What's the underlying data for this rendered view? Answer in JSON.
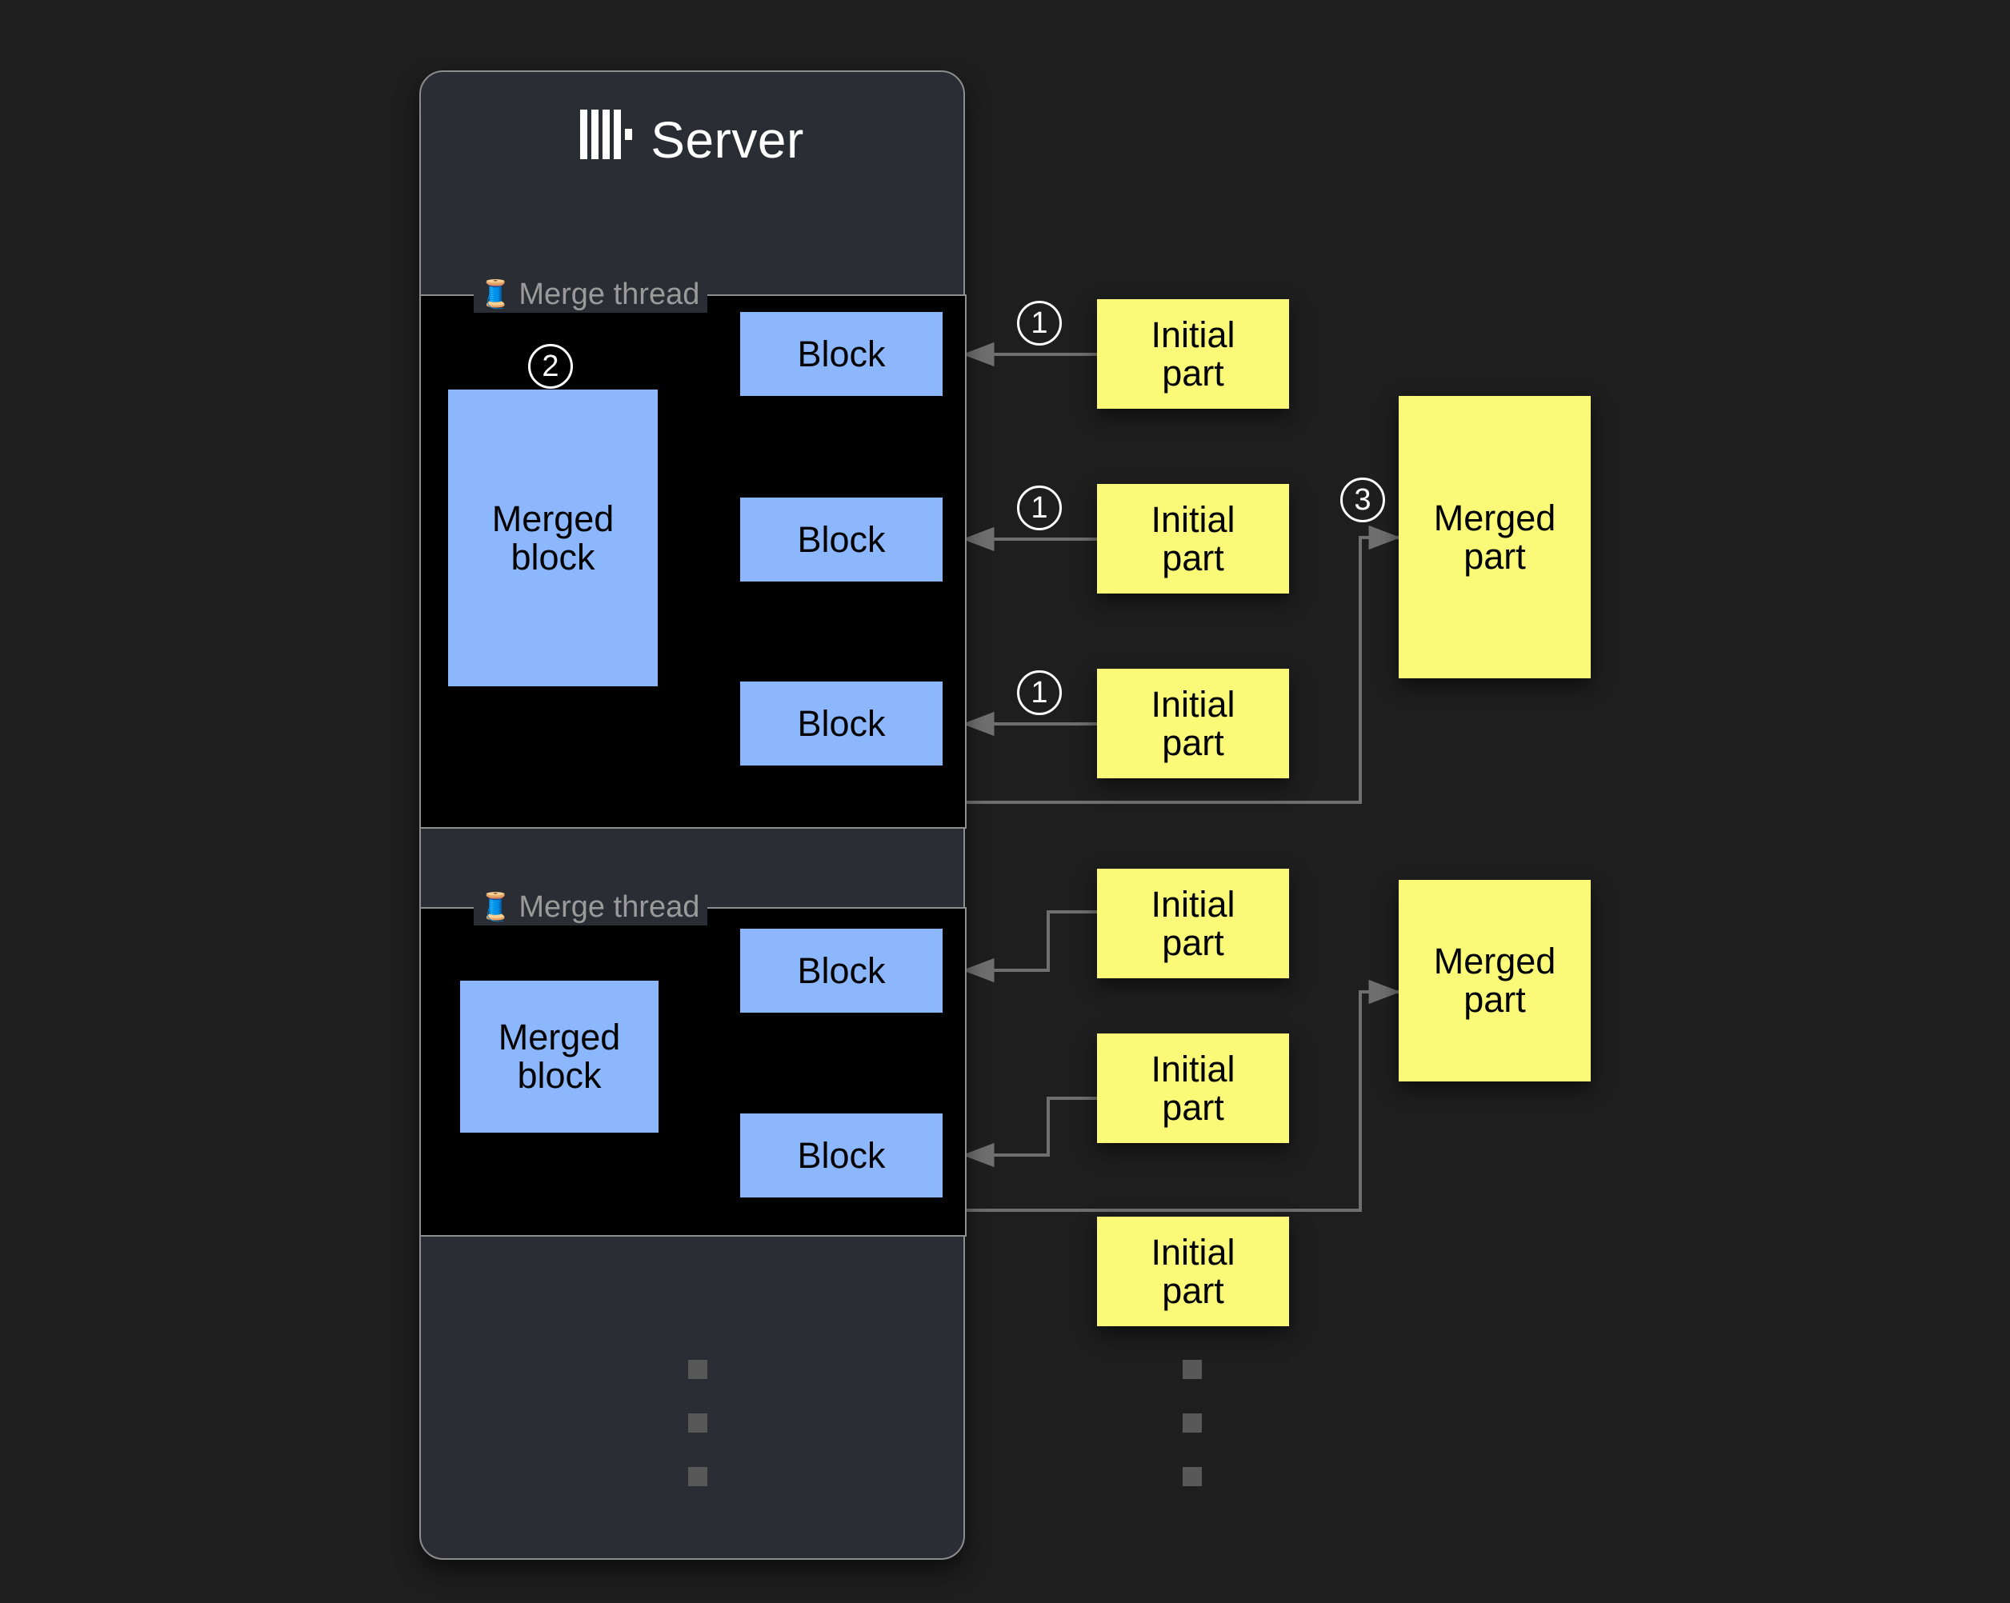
{
  "server": {
    "title": "Server",
    "logo_icon": "clickhouse-logo-icon"
  },
  "merge_threads": [
    {
      "label": "Merge thread",
      "icon": "thread-spool-icon",
      "blocks": [
        "Block",
        "Block",
        "Block"
      ],
      "merged_block_label": "Merged block"
    },
    {
      "label": "Merge thread",
      "icon": "thread-spool-icon",
      "blocks": [
        "Block",
        "Block"
      ],
      "merged_block_label": "Merged block"
    }
  ],
  "initial_parts": [
    "Initial\npart",
    "Initial\npart",
    "Initial\npart",
    "Initial\npart",
    "Initial\npart",
    "Initial\npart"
  ],
  "initial_part_lines": [
    {
      "l1": "Initial",
      "l2": "part"
    },
    {
      "l1": "Initial",
      "l2": "part"
    },
    {
      "l1": "Initial",
      "l2": "part"
    },
    {
      "l1": "Initial",
      "l2": "part"
    },
    {
      "l1": "Initial",
      "l2": "part"
    },
    {
      "l1": "Initial",
      "l2": "part"
    }
  ],
  "merged_parts": [
    {
      "l1": "Merged",
      "l2": "part"
    },
    {
      "l1": "Merged",
      "l2": "part"
    }
  ],
  "merged_block_lines": [
    {
      "l1": "Merged",
      "l2": "block"
    },
    {
      "l1": "Merged",
      "l2": "block"
    }
  ],
  "steps": {
    "one_a": "1",
    "one_b": "1",
    "one_c": "1",
    "two": "2",
    "three": "3"
  },
  "colors": {
    "background": "#1e1e1e",
    "panel": "#2b2d35",
    "panel_border": "#8d8d8d",
    "thread_box": "#000000",
    "block_blue": "#8cb7fc",
    "part_yellow": "#fafa78",
    "arrow_gray": "#6f6f6f",
    "label_gray": "#9a9a9a",
    "text_white": "#ffffff",
    "ellipsis_gray": "#585858"
  }
}
